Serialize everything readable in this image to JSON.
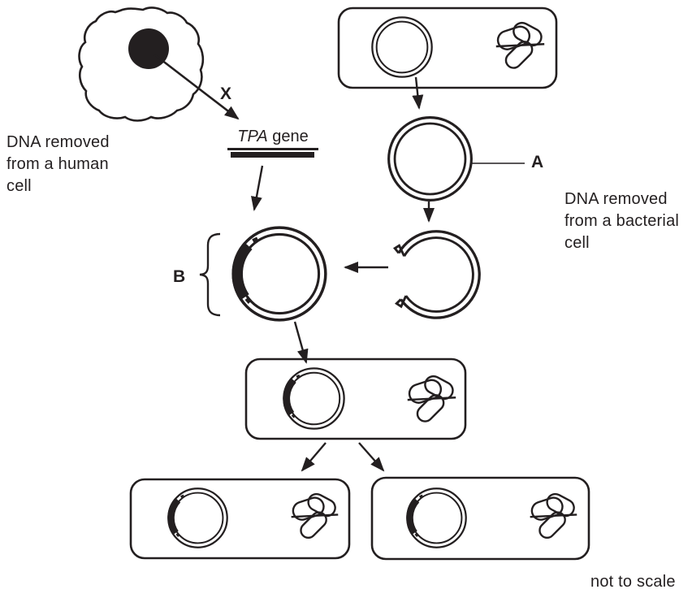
{
  "labels": {
    "human_cell_caption": "DNA removed\nfrom a human\ncell",
    "bacterial_cell_caption": "DNA removed\nfrom a bacterial\ncell",
    "x_label": "X",
    "a_label": "A",
    "b_label": "B",
    "tpa_italic": "TPA",
    "tpa_rest": " gene",
    "scale_note": "not to scale"
  },
  "colors": {
    "ink": "#231f20",
    "background": "#ffffff"
  }
}
